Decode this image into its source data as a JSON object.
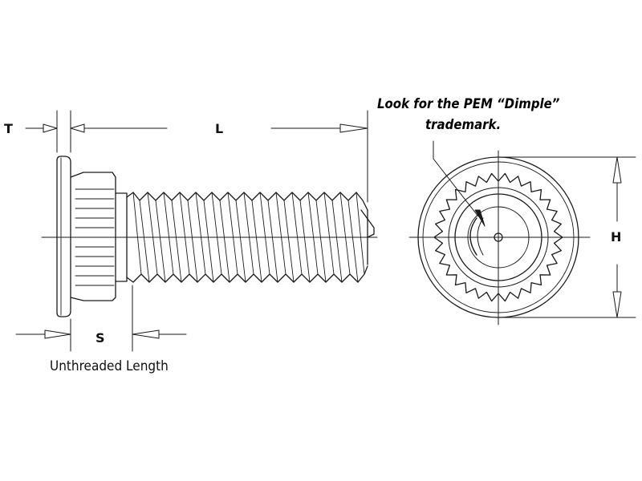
{
  "labels": {
    "t": "T",
    "l": "L",
    "s": "S",
    "h": "H",
    "unthreaded_length": "Unthreaded Length"
  },
  "note": {
    "line1": "Look for the PEM “Dimple”",
    "line2": "trademark."
  },
  "colors": {
    "line": "#1a1a1a",
    "background": "#ffffff"
  }
}
